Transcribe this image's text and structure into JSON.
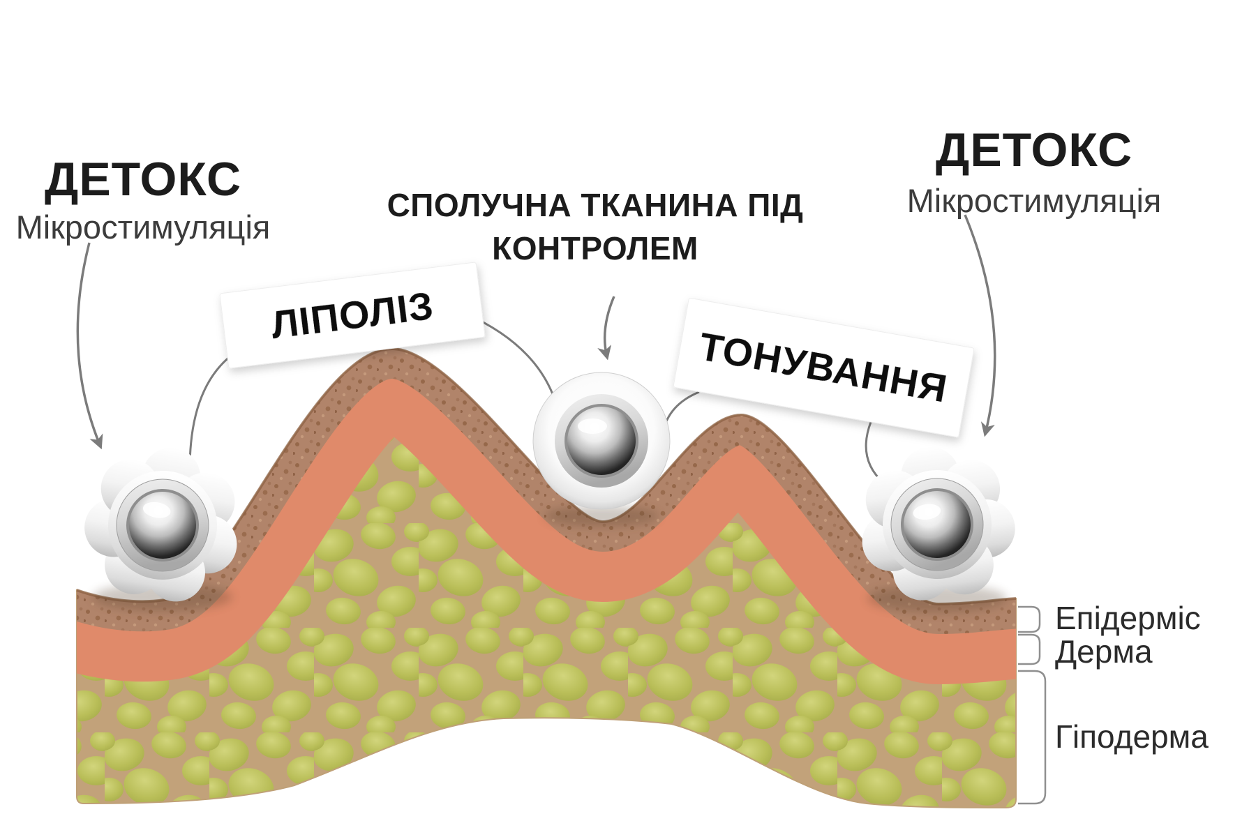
{
  "annotations": {
    "left": {
      "title": "ДЕТОКС",
      "subtitle": "Мікростимуляція"
    },
    "right": {
      "title": "ДЕТОКС",
      "subtitle": "Мікростимуляція"
    },
    "center": {
      "line1": "СПОЛУЧНА ТКАНИНА ПІД",
      "line2": "КОНТРОЛЕМ"
    },
    "tag_left": "ЛІПОЛІЗ",
    "tag_right": "ТОНУВАННЯ"
  },
  "skin_layers": {
    "epidermis": "Епідерміс",
    "dermis": "Дерма",
    "hypodermis": "Гіподерма"
  },
  "colors": {
    "title_text": "#1c1c1c",
    "subtitle_text": "#3c3c3c",
    "layer_label_text": "#2b2b2b",
    "tag_text": "#111111",
    "arrow": "#7b7b7b",
    "bracket": "#8f8f8f",
    "epidermis": "#b1846a",
    "epidermis_speckle": "#96684a",
    "dermis": "#e08a6a",
    "fat_matrix": "#c2a27a",
    "fat_cell": "#b9be58",
    "surface_line": "#8a5f43"
  }
}
